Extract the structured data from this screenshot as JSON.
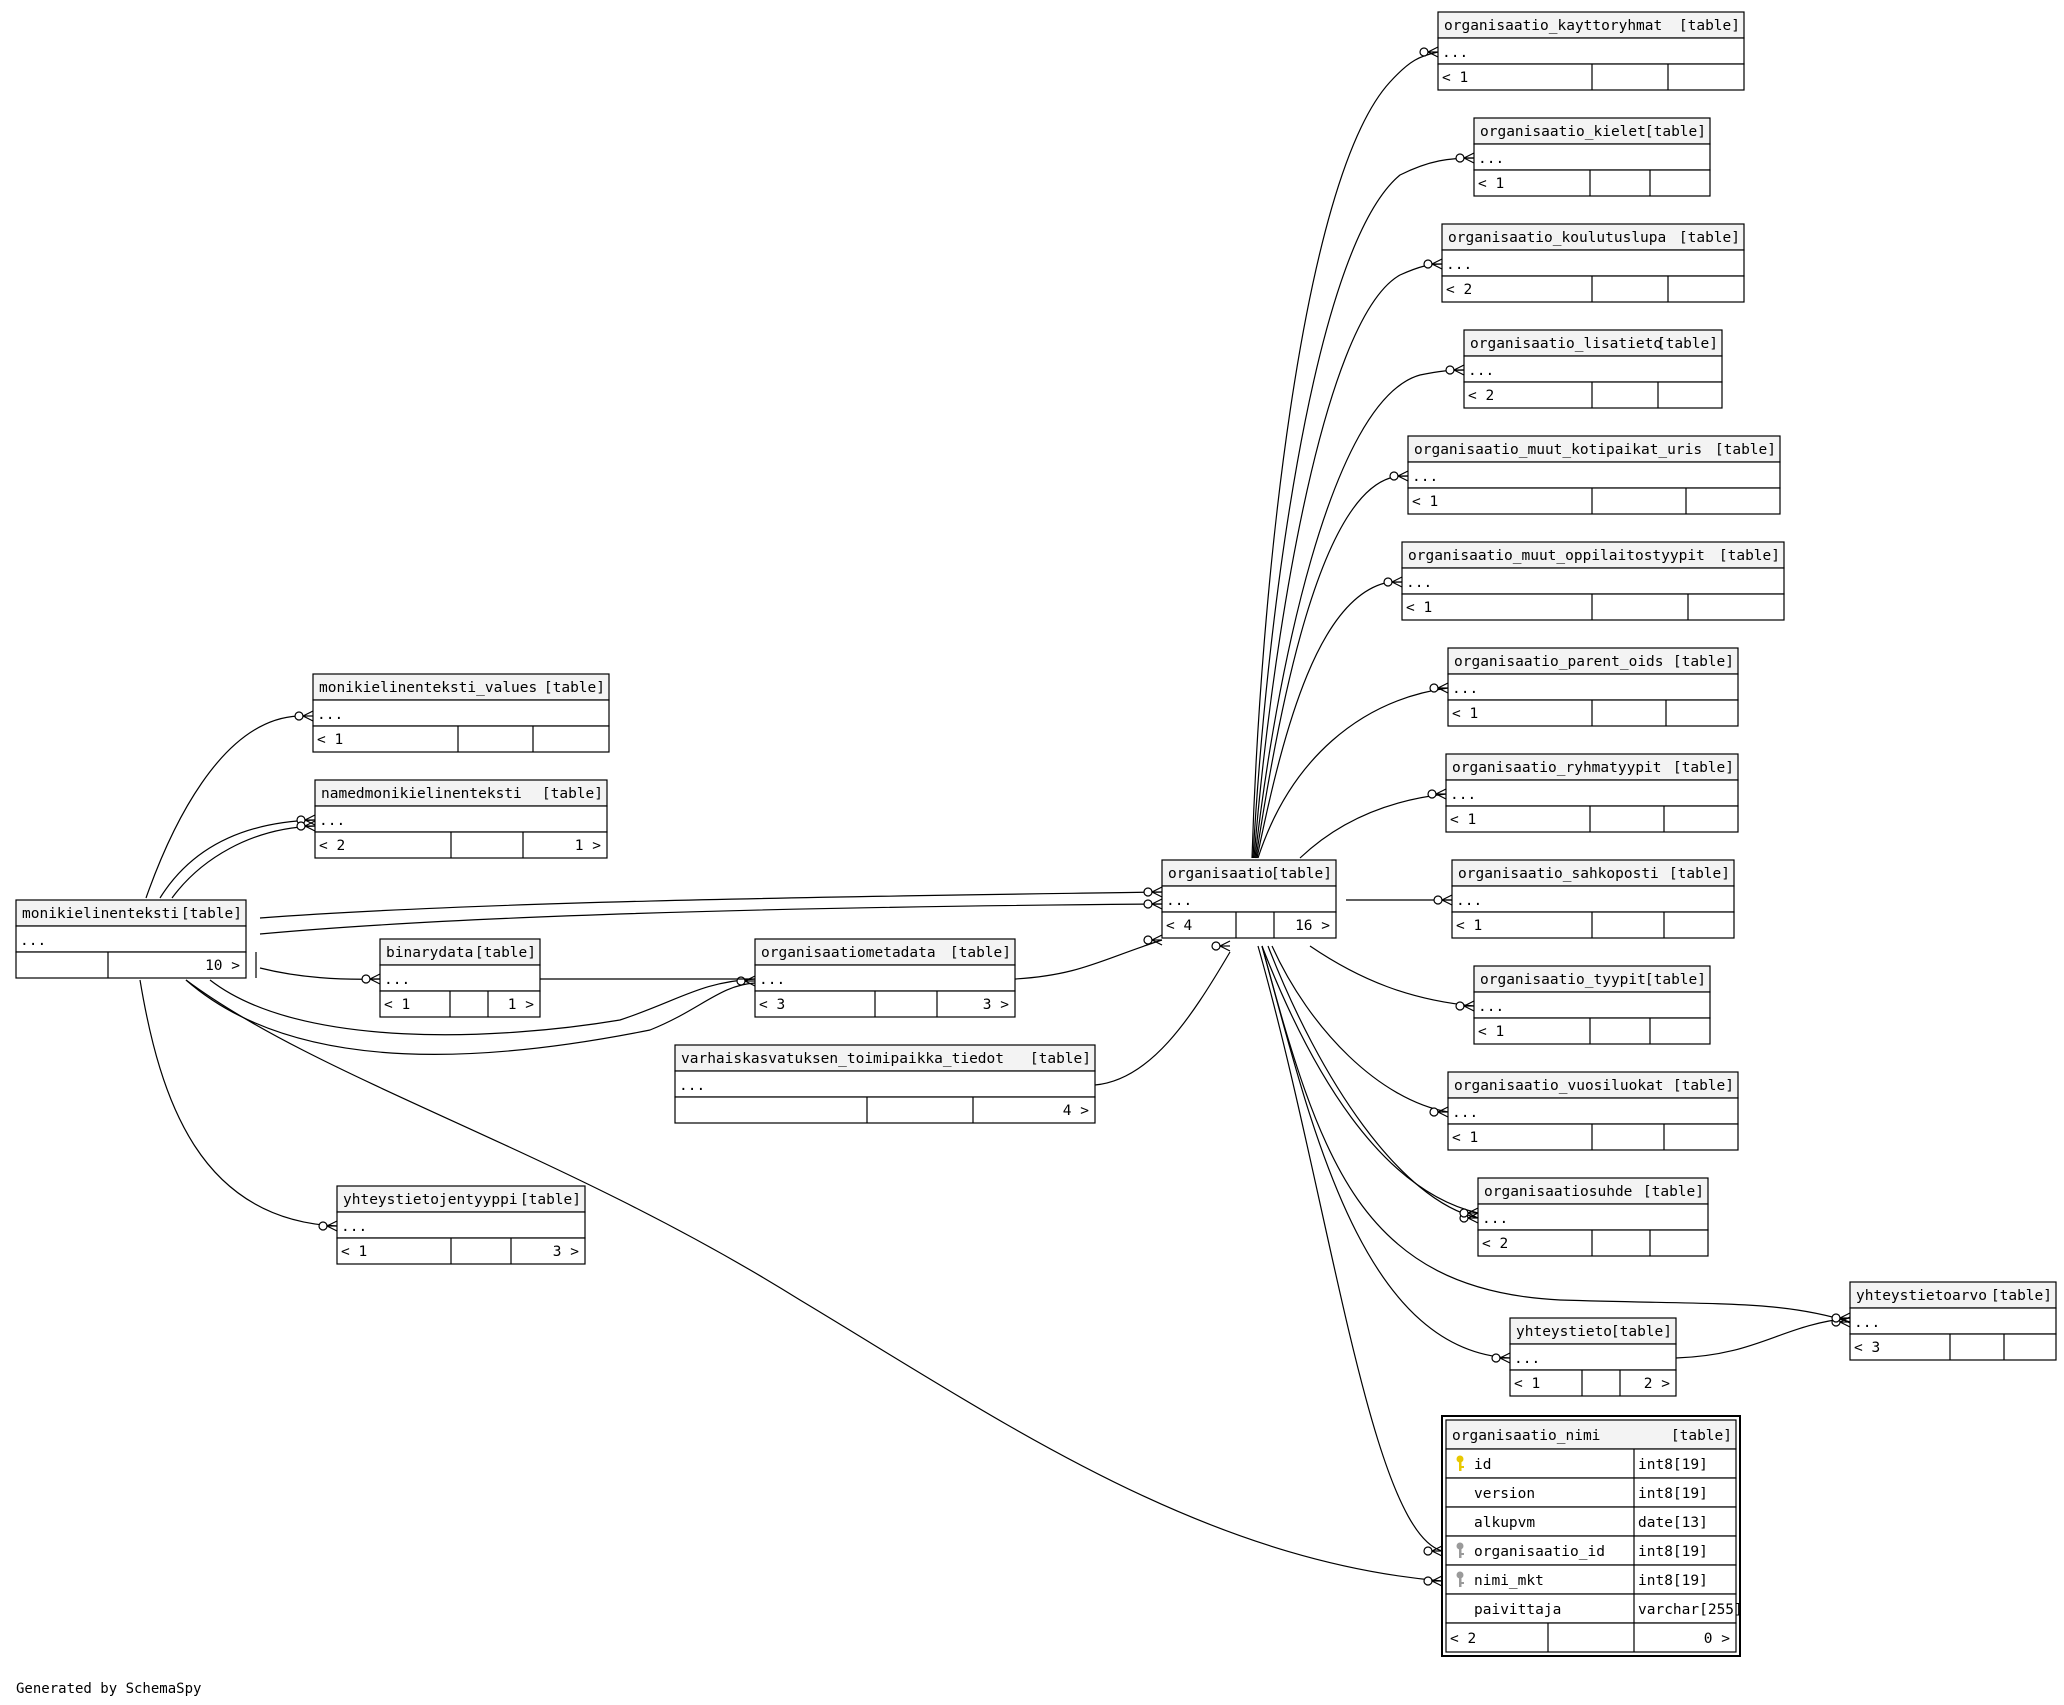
{
  "footer": "Generated by SchemaSpy",
  "tables": [
    {
      "id": "monikielinenteksti",
      "name": "monikielinenteksti",
      "tag": "[table]",
      "body": "...",
      "left": "",
      "right": "10 >"
    },
    {
      "id": "monikielinenteksti_values",
      "name": "monikielinenteksti_values",
      "tag": "[table]",
      "body": "...",
      "left": "< 1",
      "right": ""
    },
    {
      "id": "namedmonikielinenteksti",
      "name": "namedmonikielinenteksti",
      "tag": "[table]",
      "body": "...",
      "left": "< 2",
      "right": "1 >"
    },
    {
      "id": "binarydata",
      "name": "binarydata",
      "tag": "[table]",
      "body": "...",
      "left": "< 1",
      "right": "1 >"
    },
    {
      "id": "organisaatiometadata",
      "name": "organisaatiometadata",
      "tag": "[table]",
      "body": "...",
      "left": "< 3",
      "right": "3 >"
    },
    {
      "id": "varhaiskasvatuksen_toimipaikka_tiedot",
      "name": "varhaiskasvatuksen_toimipaikka_tiedot",
      "tag": "[table]",
      "body": "...",
      "left": "",
      "right": "4 >"
    },
    {
      "id": "yhteystietojentyyppi",
      "name": "yhteystietojentyyppi",
      "tag": "[table]",
      "body": "...",
      "left": "< 1",
      "right": "3 >"
    },
    {
      "id": "organisaatio",
      "name": "organisaatio",
      "tag": "[table]",
      "body": "...",
      "left": "< 4",
      "right": "16 >"
    },
    {
      "id": "organisaatio_kayttoryhmat",
      "name": "organisaatio_kayttoryhmat",
      "tag": "[table]",
      "body": "...",
      "left": "< 1",
      "right": ""
    },
    {
      "id": "organisaatio_kielet",
      "name": "organisaatio_kielet",
      "tag": "[table]",
      "body": "...",
      "left": "< 1",
      "right": ""
    },
    {
      "id": "organisaatio_koulutuslupa",
      "name": "organisaatio_koulutuslupa",
      "tag": "[table]",
      "body": "...",
      "left": "< 2",
      "right": ""
    },
    {
      "id": "organisaatio_lisatieto",
      "name": "organisaatio_lisatieto",
      "tag": "[table]",
      "body": "...",
      "left": "< 2",
      "right": ""
    },
    {
      "id": "organisaatio_muut_kotipaikat_uris",
      "name": "organisaatio_muut_kotipaikat_uris",
      "tag": "[table]",
      "body": "...",
      "left": "< 1",
      "right": ""
    },
    {
      "id": "organisaatio_muut_oppilaitostyypit",
      "name": "organisaatio_muut_oppilaitostyypit",
      "tag": "[table]",
      "body": "...",
      "left": "< 1",
      "right": ""
    },
    {
      "id": "organisaatio_parent_oids",
      "name": "organisaatio_parent_oids",
      "tag": "[table]",
      "body": "...",
      "left": "< 1",
      "right": ""
    },
    {
      "id": "organisaatio_ryhmatyypit",
      "name": "organisaatio_ryhmatyypit",
      "tag": "[table]",
      "body": "...",
      "left": "< 1",
      "right": ""
    },
    {
      "id": "organisaatio_sahkoposti",
      "name": "organisaatio_sahkoposti",
      "tag": "[table]",
      "body": "...",
      "left": "< 1",
      "right": ""
    },
    {
      "id": "organisaatio_tyypit",
      "name": "organisaatio_tyypit",
      "tag": "[table]",
      "body": "...",
      "left": "< 1",
      "right": ""
    },
    {
      "id": "organisaatio_vuosiluokat",
      "name": "organisaatio_vuosiluokat",
      "tag": "[table]",
      "body": "...",
      "left": "< 1",
      "right": ""
    },
    {
      "id": "organisaatiosuhde",
      "name": "organisaatiosuhde",
      "tag": "[table]",
      "body": "...",
      "left": "< 2",
      "right": ""
    },
    {
      "id": "yhteystieto",
      "name": "yhteystieto",
      "tag": "[table]",
      "body": "...",
      "left": "< 1",
      "right": "2 >"
    },
    {
      "id": "yhteystietoarvo",
      "name": "yhteystietoarvo",
      "tag": "[table]",
      "body": "...",
      "left": "< 3",
      "right": ""
    }
  ],
  "focus_table": {
    "name": "organisaatio_nimi",
    "tag": "[table]",
    "columns": [
      {
        "name": "id",
        "type": "int8[19]",
        "key": "primary"
      },
      {
        "name": "version",
        "type": "int8[19]",
        "key": ""
      },
      {
        "name": "alkupvm",
        "type": "date[13]",
        "key": ""
      },
      {
        "name": "organisaatio_id",
        "type": "int8[19]",
        "key": "foreign"
      },
      {
        "name": "nimi_mkt",
        "type": "int8[19]",
        "key": "foreign"
      },
      {
        "name": "paivittaja",
        "type": "varchar[255]",
        "key": ""
      }
    ],
    "footer_left": "< 2",
    "footer_right": "0 >"
  },
  "colors": {
    "line": "#000000",
    "header": "#f3f3f3",
    "primary_key": "#e8c800",
    "foreign_key": "#9a9a9a"
  }
}
